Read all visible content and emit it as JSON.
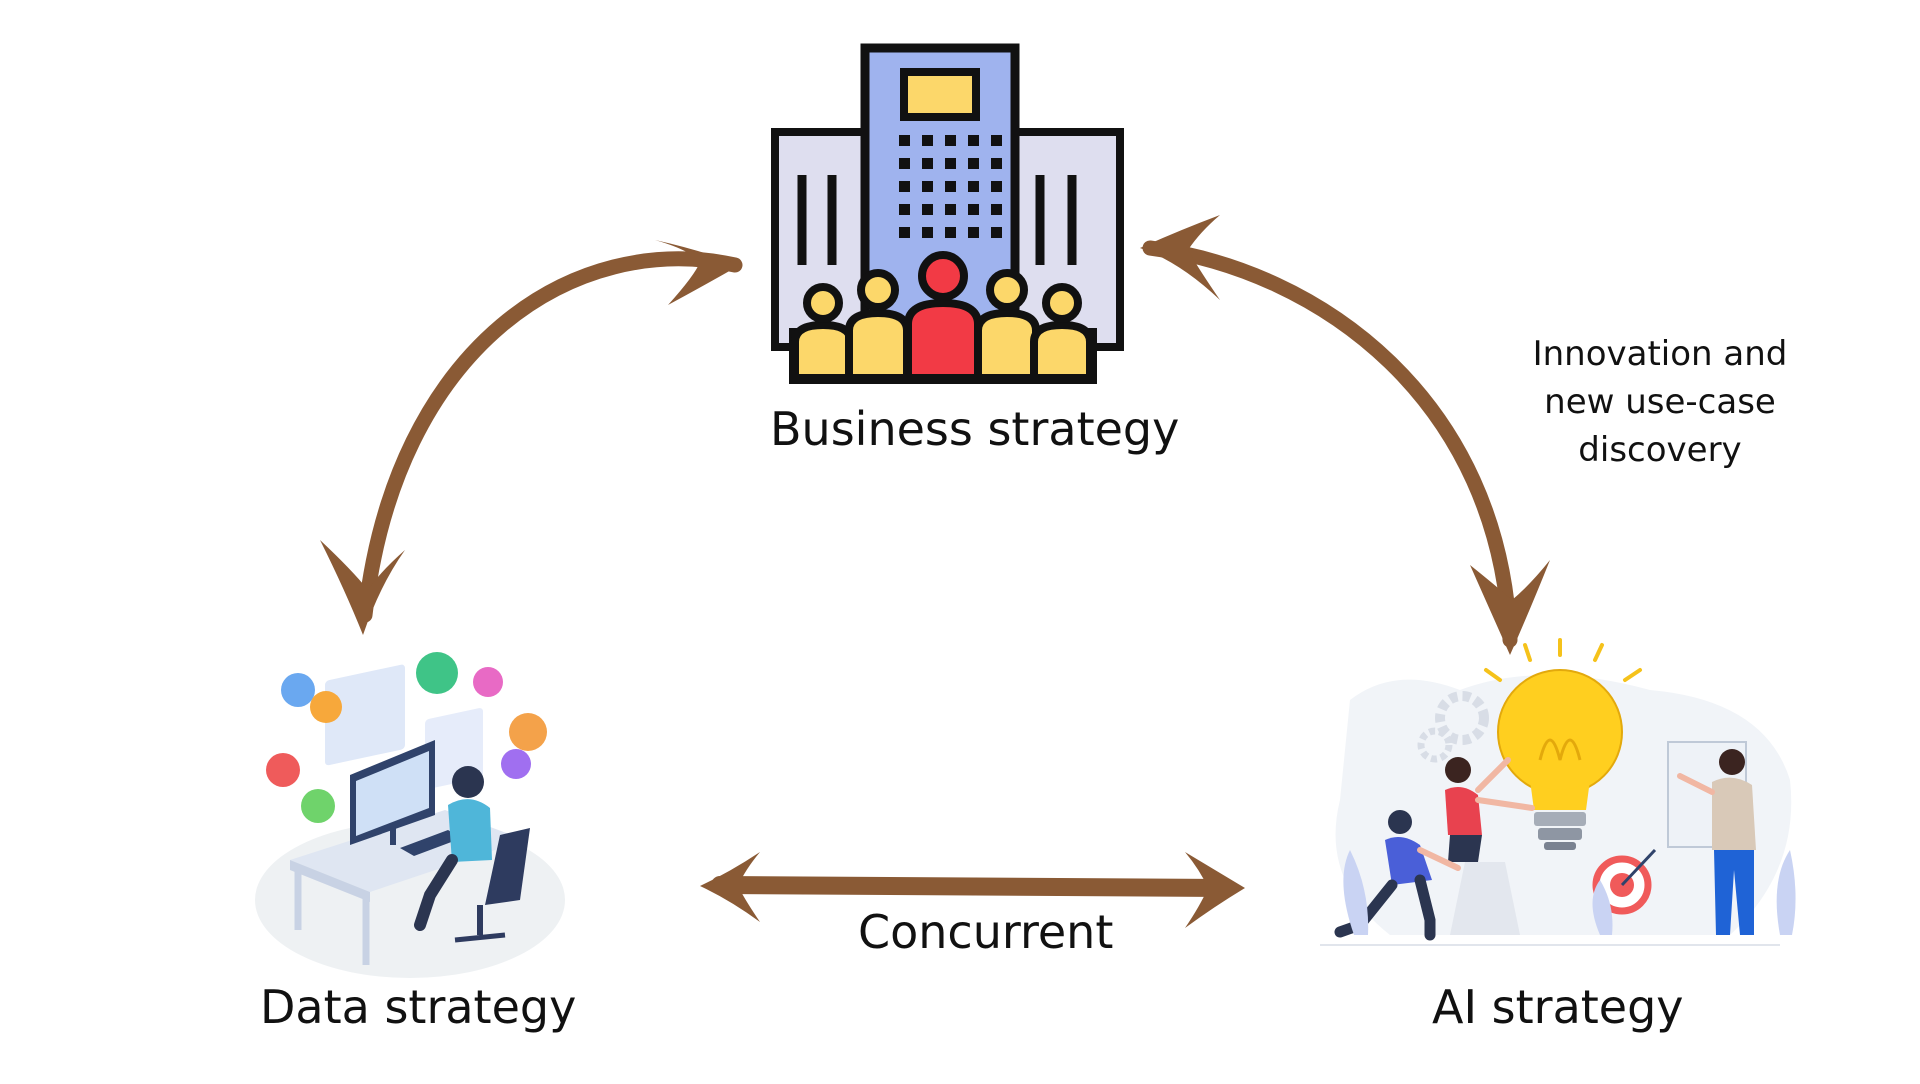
{
  "nodes": {
    "business": {
      "label": "Business strategy",
      "icon": "office-building-people-icon"
    },
    "data": {
      "label": "Data strategy",
      "icon": "developer-workstation-icon"
    },
    "ai": {
      "label": "AI strategy",
      "icon": "lightbulb-team-icon"
    }
  },
  "edges": {
    "business_data": {
      "direction": "bidirectional"
    },
    "business_ai": {
      "direction": "bidirectional",
      "label": "Innovation  and new use-case discovery"
    },
    "data_ai": {
      "direction": "bidirectional",
      "label": "Concurrent"
    }
  },
  "colors": {
    "arrow": "#8a5a35",
    "building_blue": "#9fb3ee",
    "building_gray": "#dedeef",
    "people_yellow": "#fcd76a",
    "people_red": "#f23a45",
    "bulb_yellow": "#ffcf1f",
    "outline": "#111111"
  }
}
